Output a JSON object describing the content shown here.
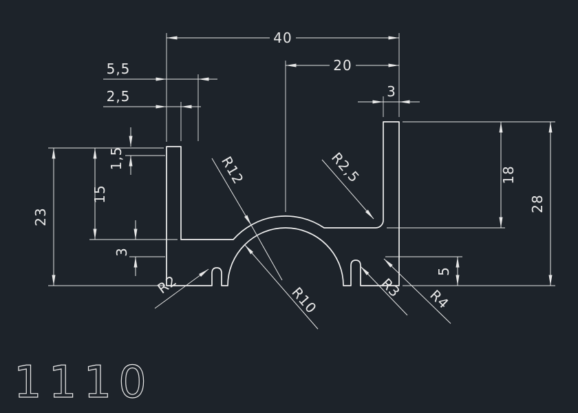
{
  "canvas": {
    "background": "#1d232a",
    "line_color": "#e8e8e8"
  },
  "part_label": "1110",
  "dims": {
    "total_width": "40",
    "right_width": "20",
    "left_offset": "5,5",
    "left_wall_width": "2,5",
    "right_wall_width": "3",
    "left_height": "23",
    "left_wall_height": "15",
    "top_step": "1,5",
    "web_thickness": "3",
    "right_wall_height": "18",
    "total_height": "28",
    "notch_height": "5"
  },
  "radii": {
    "r12": "R12",
    "r2_5": "R2,5",
    "r2": "R2",
    "r10": "R10",
    "r3": "R3",
    "r4": "R4"
  }
}
